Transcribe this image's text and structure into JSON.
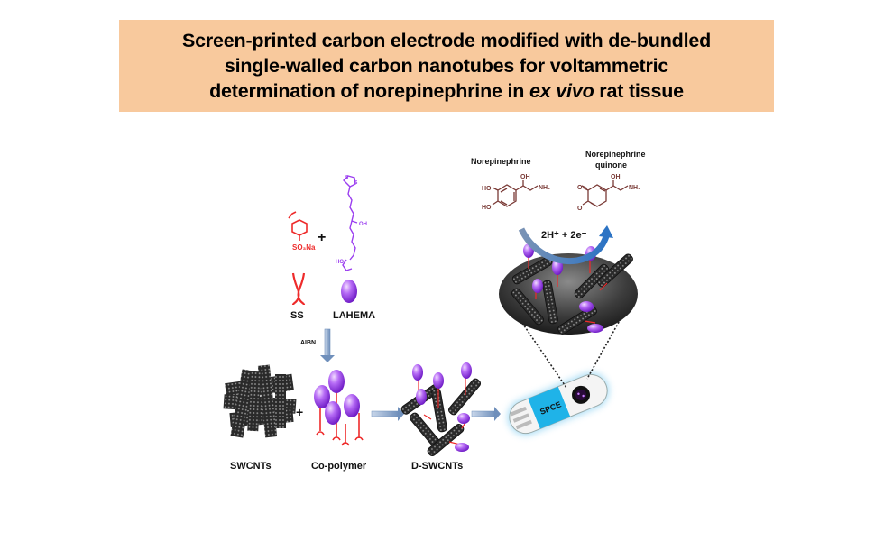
{
  "title": {
    "line1": "Screen-printed carbon electrode modified with de-bundled",
    "line2": "single-walled carbon nanotubes for voltammetric",
    "line3_pre": "determination of norepinephrine in ",
    "line3_italic": "ex vivo",
    "line3_post": " rat tissue"
  },
  "colors": {
    "title_bg": "#f8c99d",
    "ss_red": "#ee2b2b",
    "lahema_purple": "#9b3ef0",
    "ne_brown": "#7a3a36",
    "arrow_blue": "#8fa9c9",
    "spce_cyan": "#1fb3e8"
  },
  "monomers": {
    "ss_formula_group": "SO₃Na",
    "ss_label": "SS",
    "lahema_label": "LAHEMA",
    "lahema_oh1": "OH",
    "lahema_oh2": "HO",
    "lahema_s1": "S",
    "lahema_s2": "S",
    "plus": "+"
  },
  "initiator": {
    "label": "AIBN"
  },
  "process": {
    "swcnts_label": "SWCNTs",
    "plus": "+",
    "copolymer_label": "Co-polymer",
    "dswcnts_label": "D-SWCNTs"
  },
  "reaction": {
    "reactant_label": "Norepinephrine",
    "product_label_1": "Norepinephrine",
    "product_label_2": "quinone",
    "reactant_ho1": "HO",
    "reactant_ho2": "HO",
    "reactant_oh": "OH",
    "reactant_nh2": "NH₂",
    "product_o1": "O",
    "product_o2": "O",
    "product_oh": "OH",
    "product_nh2": "NH₂",
    "electrons": "2H⁺ + 2e⁻"
  },
  "electrode": {
    "label": "SPCE"
  }
}
